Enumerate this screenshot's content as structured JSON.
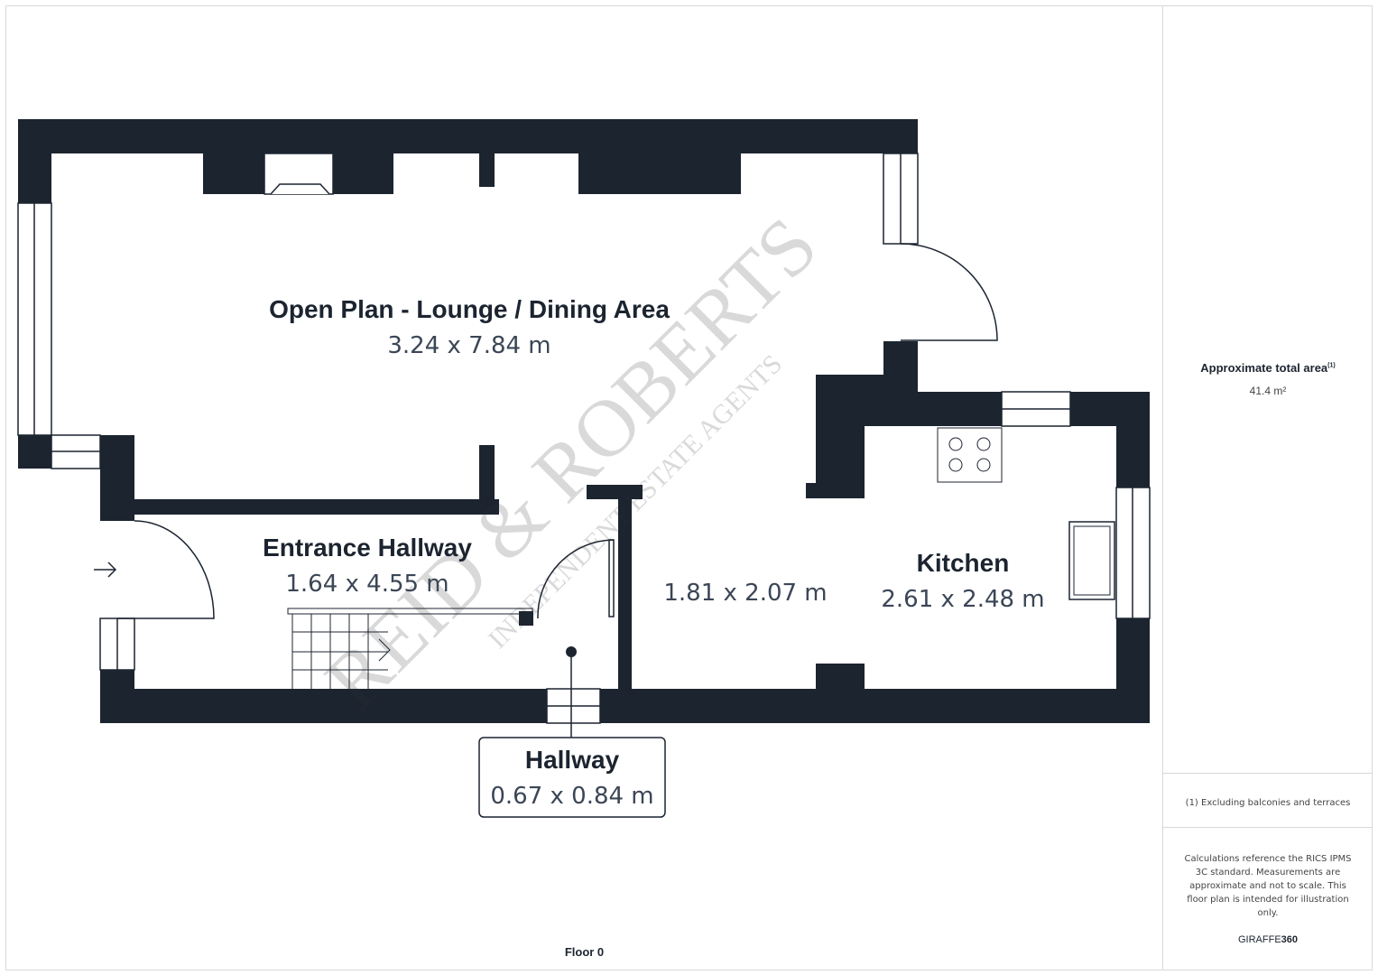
{
  "plan": {
    "floor_label": "Floor 0",
    "rooms": [
      {
        "name": "Open Plan - Lounge / Dining Area",
        "dims": "3.24 x 7.84 m"
      },
      {
        "name": "Entrance Hallway",
        "dims": "1.64 x 4.55 m"
      },
      {
        "name": "",
        "dims": "1.81 x 2.07 m"
      },
      {
        "name": "Kitchen",
        "dims": "2.61 x 2.48 m"
      },
      {
        "name": "Hallway",
        "dims": "0.67 x 0.84 m"
      }
    ],
    "wall_color": "#1c2430",
    "watermark": {
      "main": "REID & ROBERTS",
      "sub": "INDEPENDENT ESTATE AGENTS"
    }
  },
  "sidebar": {
    "area_title": "Approximate total area",
    "area_note_marker": "(1)",
    "area_value": "41.4 m²",
    "footnote": "(1) Excluding balconies and terraces",
    "disclaimer": "Calculations reference the RICS IPMS 3C standard. Measurements are approximate and not to scale. This floor plan is intended for illustration only.",
    "brand_a": "GIRAFFE",
    "brand_b": "360"
  }
}
